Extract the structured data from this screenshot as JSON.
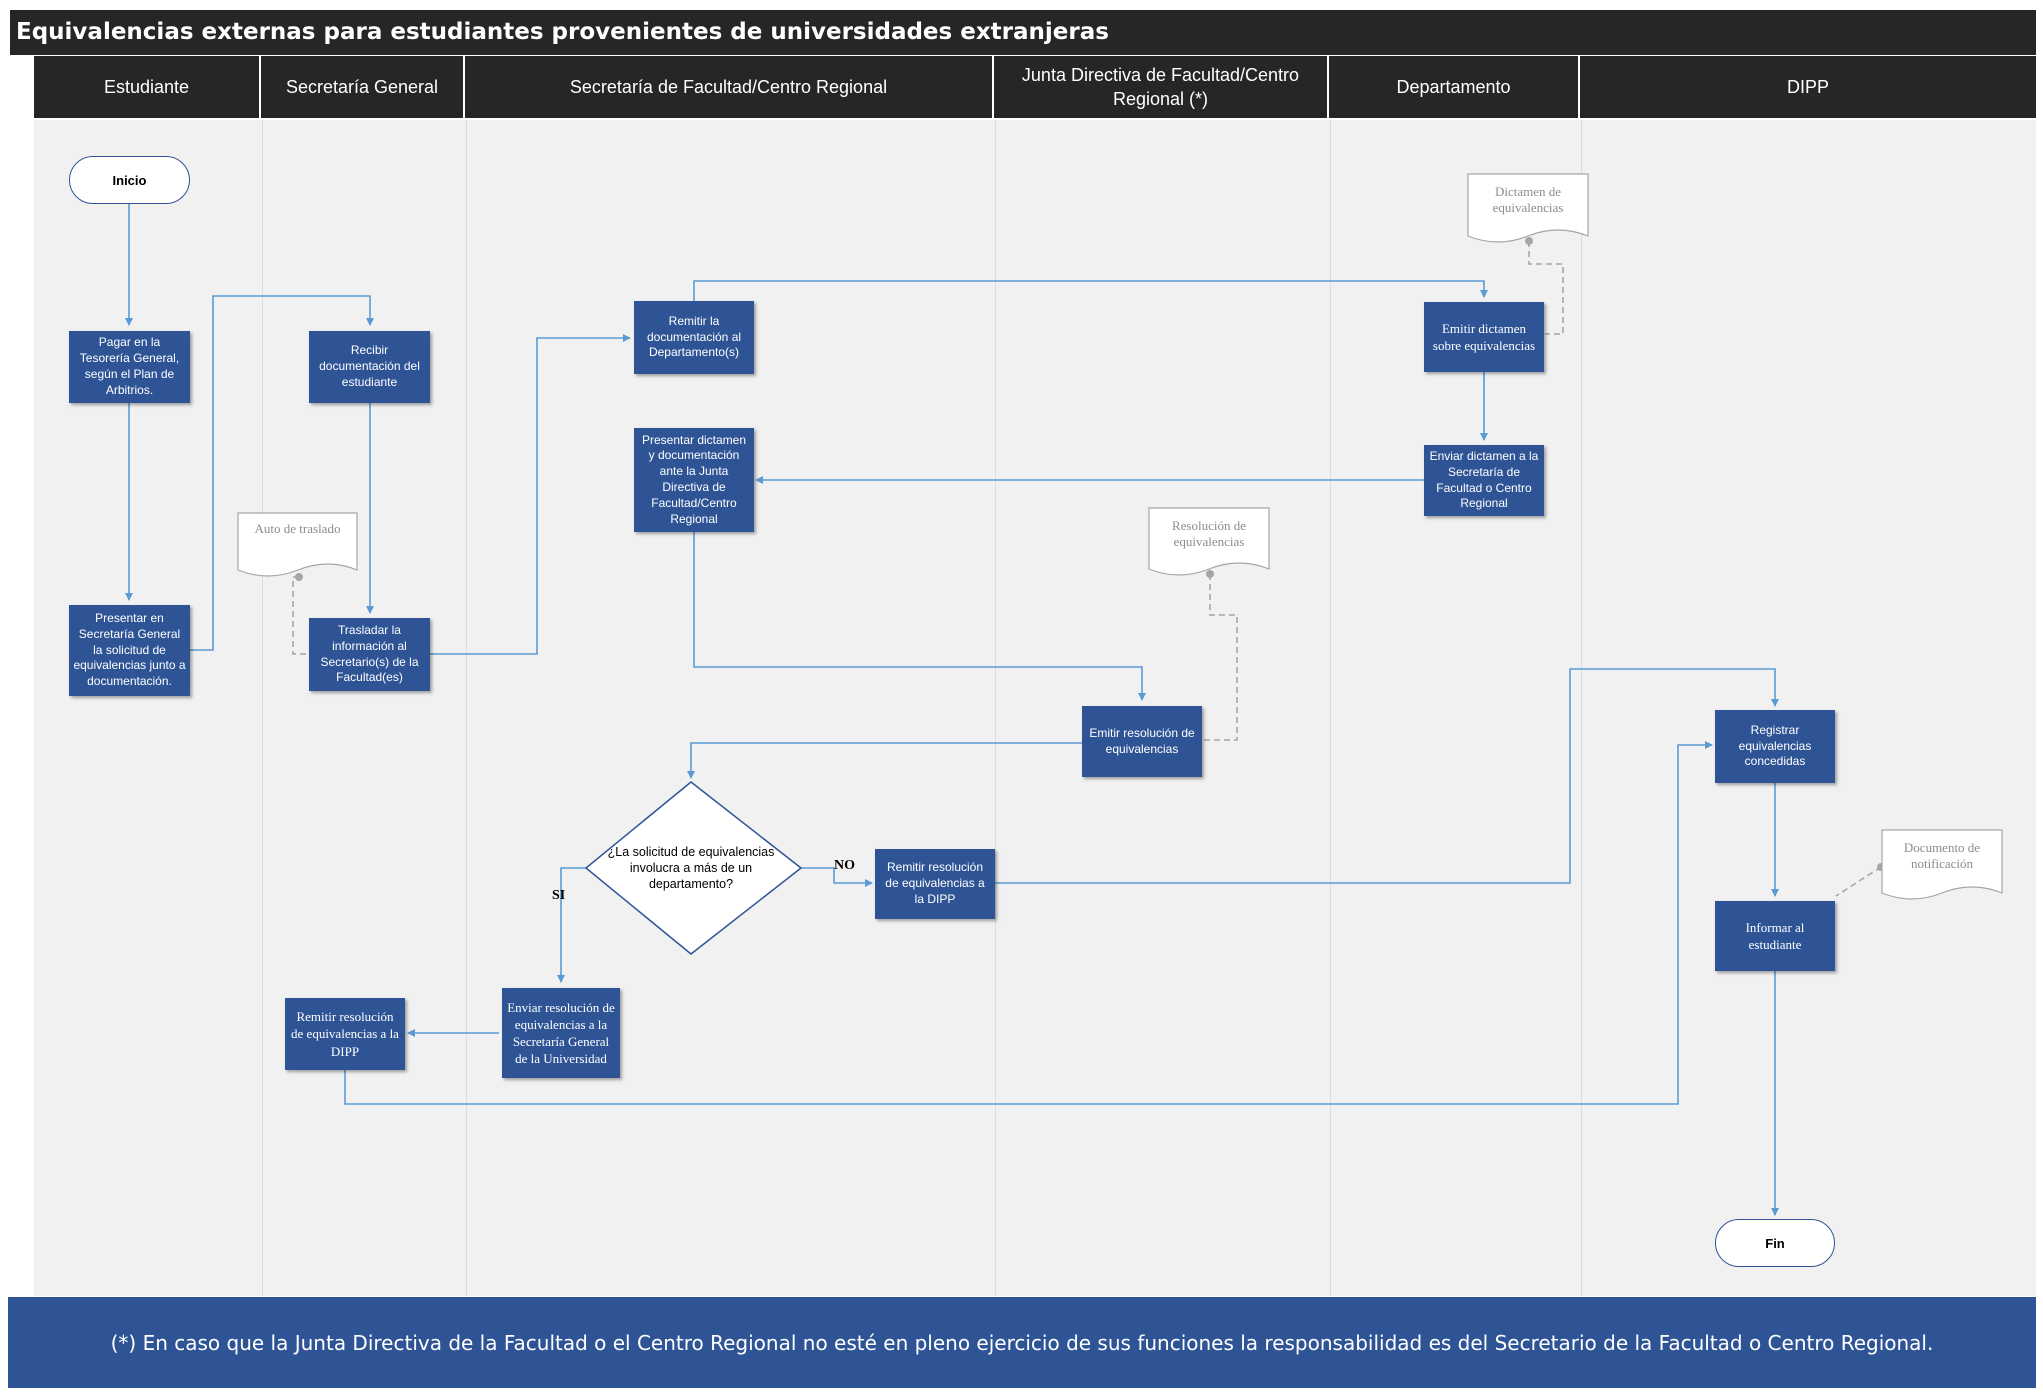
{
  "title": "Equivalencias externas para estudiantes provenientes de universidades extranjeras",
  "lanes": [
    {
      "label": "Estudiante"
    },
    {
      "label": "Secretaría General"
    },
    {
      "label": "Secretaría de Facultad/Centro Regional"
    },
    {
      "label": "Junta Directiva de Facultad/Centro Regional (*)"
    },
    {
      "label": "Departamento"
    },
    {
      "label": "DIPP"
    }
  ],
  "nodes": {
    "inicio": "Inicio",
    "pagar": "Pagar en la Tesorería General, según el Plan de Arbitrios.",
    "presentar": "Presentar en Secretaría General la solicitud de equivalencias junto a documentación.",
    "recibir": "Recibir documentación del estudiante",
    "trasladar": "Trasladar la información al Secretario(s) de la Facultad(es)",
    "remitir_depto": "Remitir la documentación al Departamento(s)",
    "presentar_dictamen": "Presentar dictamen y documentación ante la Junta Directiva de Facultad/Centro Regional",
    "emitir_dictamen": "Emitir dictamen sobre equivalencias",
    "enviar_dictamen": "Enviar dictamen a la Secretaría de Facultad o Centro Regional",
    "emitir_resolucion": "Emitir resolución de equivalencias",
    "decision": "¿La solicitud de equivalencias involucra a más de un departamento?",
    "remitir_dipp_no": "Remitir resolución de equivalencias a la DIPP",
    "enviar_resolucion_sg": "Enviar resolución de equivalencias a la Secretaría General de la Universidad",
    "remitir_dipp_si": "Remitir resolución de equivalencias a la DIPP",
    "registrar": "Registrar equivalencias concedidas",
    "informar": "Informar al estudiante",
    "fin": "Fin"
  },
  "documents": {
    "auto_traslado": "Auto de traslado",
    "dictamen_equivalencias": "Dictamen de equivalencias",
    "resolucion_equivalencias": "Resolución de equivalencias",
    "documento_notificacion": "Documento de notificación"
  },
  "branches": {
    "yes": "SI",
    "no": "NO"
  },
  "footer": "(*) En caso que la Junta Directiva de la Facultad o el Centro Regional no esté en pleno ejercicio de sus funciones la responsabilidad es del Secretario de la Facultad o Centro Regional.",
  "colors": {
    "header_bg": "#262626",
    "process_fill": "#2f5496",
    "connector": "#5b9bd5",
    "canvas": "#f1f1f1",
    "footer_bg": "#2f5496"
  }
}
